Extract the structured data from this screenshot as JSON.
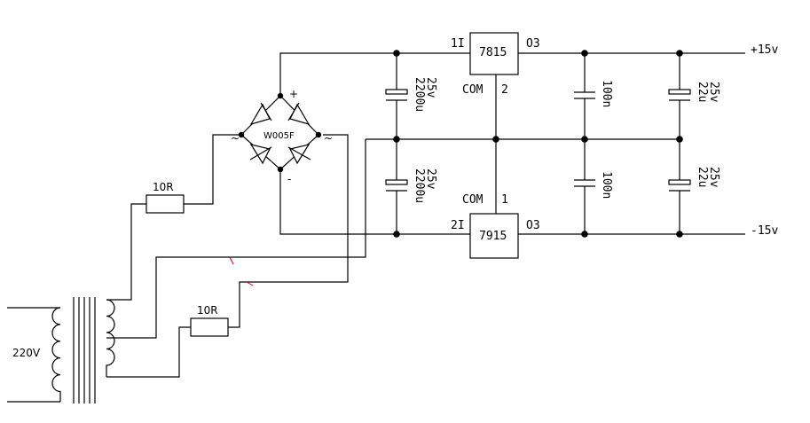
{
  "mains": {
    "label": "220V"
  },
  "resistors": [
    {
      "label": "10R"
    },
    {
      "label": "10R"
    }
  ],
  "bridge": {
    "label": "W005F",
    "plus": "+",
    "minus": "-",
    "ac": "~"
  },
  "regulators": [
    {
      "name": "7815",
      "in_pin": "1I",
      "out_pin": "O3",
      "com_label": "COM",
      "com_pin": "2"
    },
    {
      "name": "7915",
      "in_pin": "2I",
      "out_pin": "O3",
      "com_label": "COM",
      "com_pin": "1"
    }
  ],
  "capacitors": {
    "bulk_top": {
      "voltage": "25v",
      "value": "2200u"
    },
    "bulk_bottom": {
      "voltage": "25v",
      "value": "2200u"
    },
    "ceramic_top": {
      "value": "100n"
    },
    "ceramic_bottom": {
      "value": "100n"
    },
    "out_top": {
      "voltage": "25v",
      "value": "22u"
    },
    "out_bottom": {
      "voltage": "25v",
      "value": "22u"
    }
  },
  "outputs": {
    "positive": "+15v",
    "negative": "-15v"
  },
  "colors": {
    "ink": "#000000",
    "background": "#ffffff",
    "stray_tick": "#c0002a"
  }
}
